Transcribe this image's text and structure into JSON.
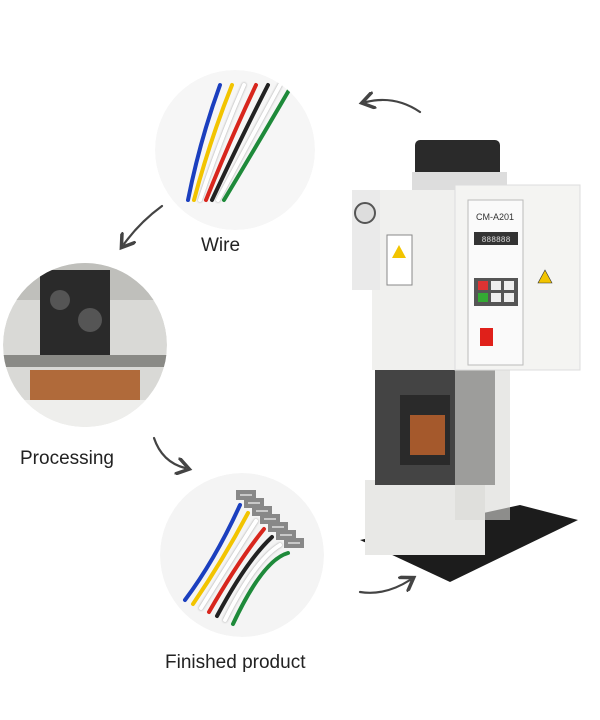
{
  "labels": {
    "wire": "Wire",
    "processing": "Processing",
    "finished": "Finished product"
  },
  "machine": {
    "model": "CM-A201",
    "display": "888888"
  },
  "wire_colors": [
    "#1b3fbf",
    "#f2c400",
    "#ffffff",
    "#d8261d",
    "#222222",
    "#ffffff",
    "#1e8a3a"
  ],
  "colors": {
    "arrow": "#444444",
    "machine_body": "#f2f2f0",
    "base_plate": "#1c1c1c",
    "switch": "#e0201a"
  }
}
